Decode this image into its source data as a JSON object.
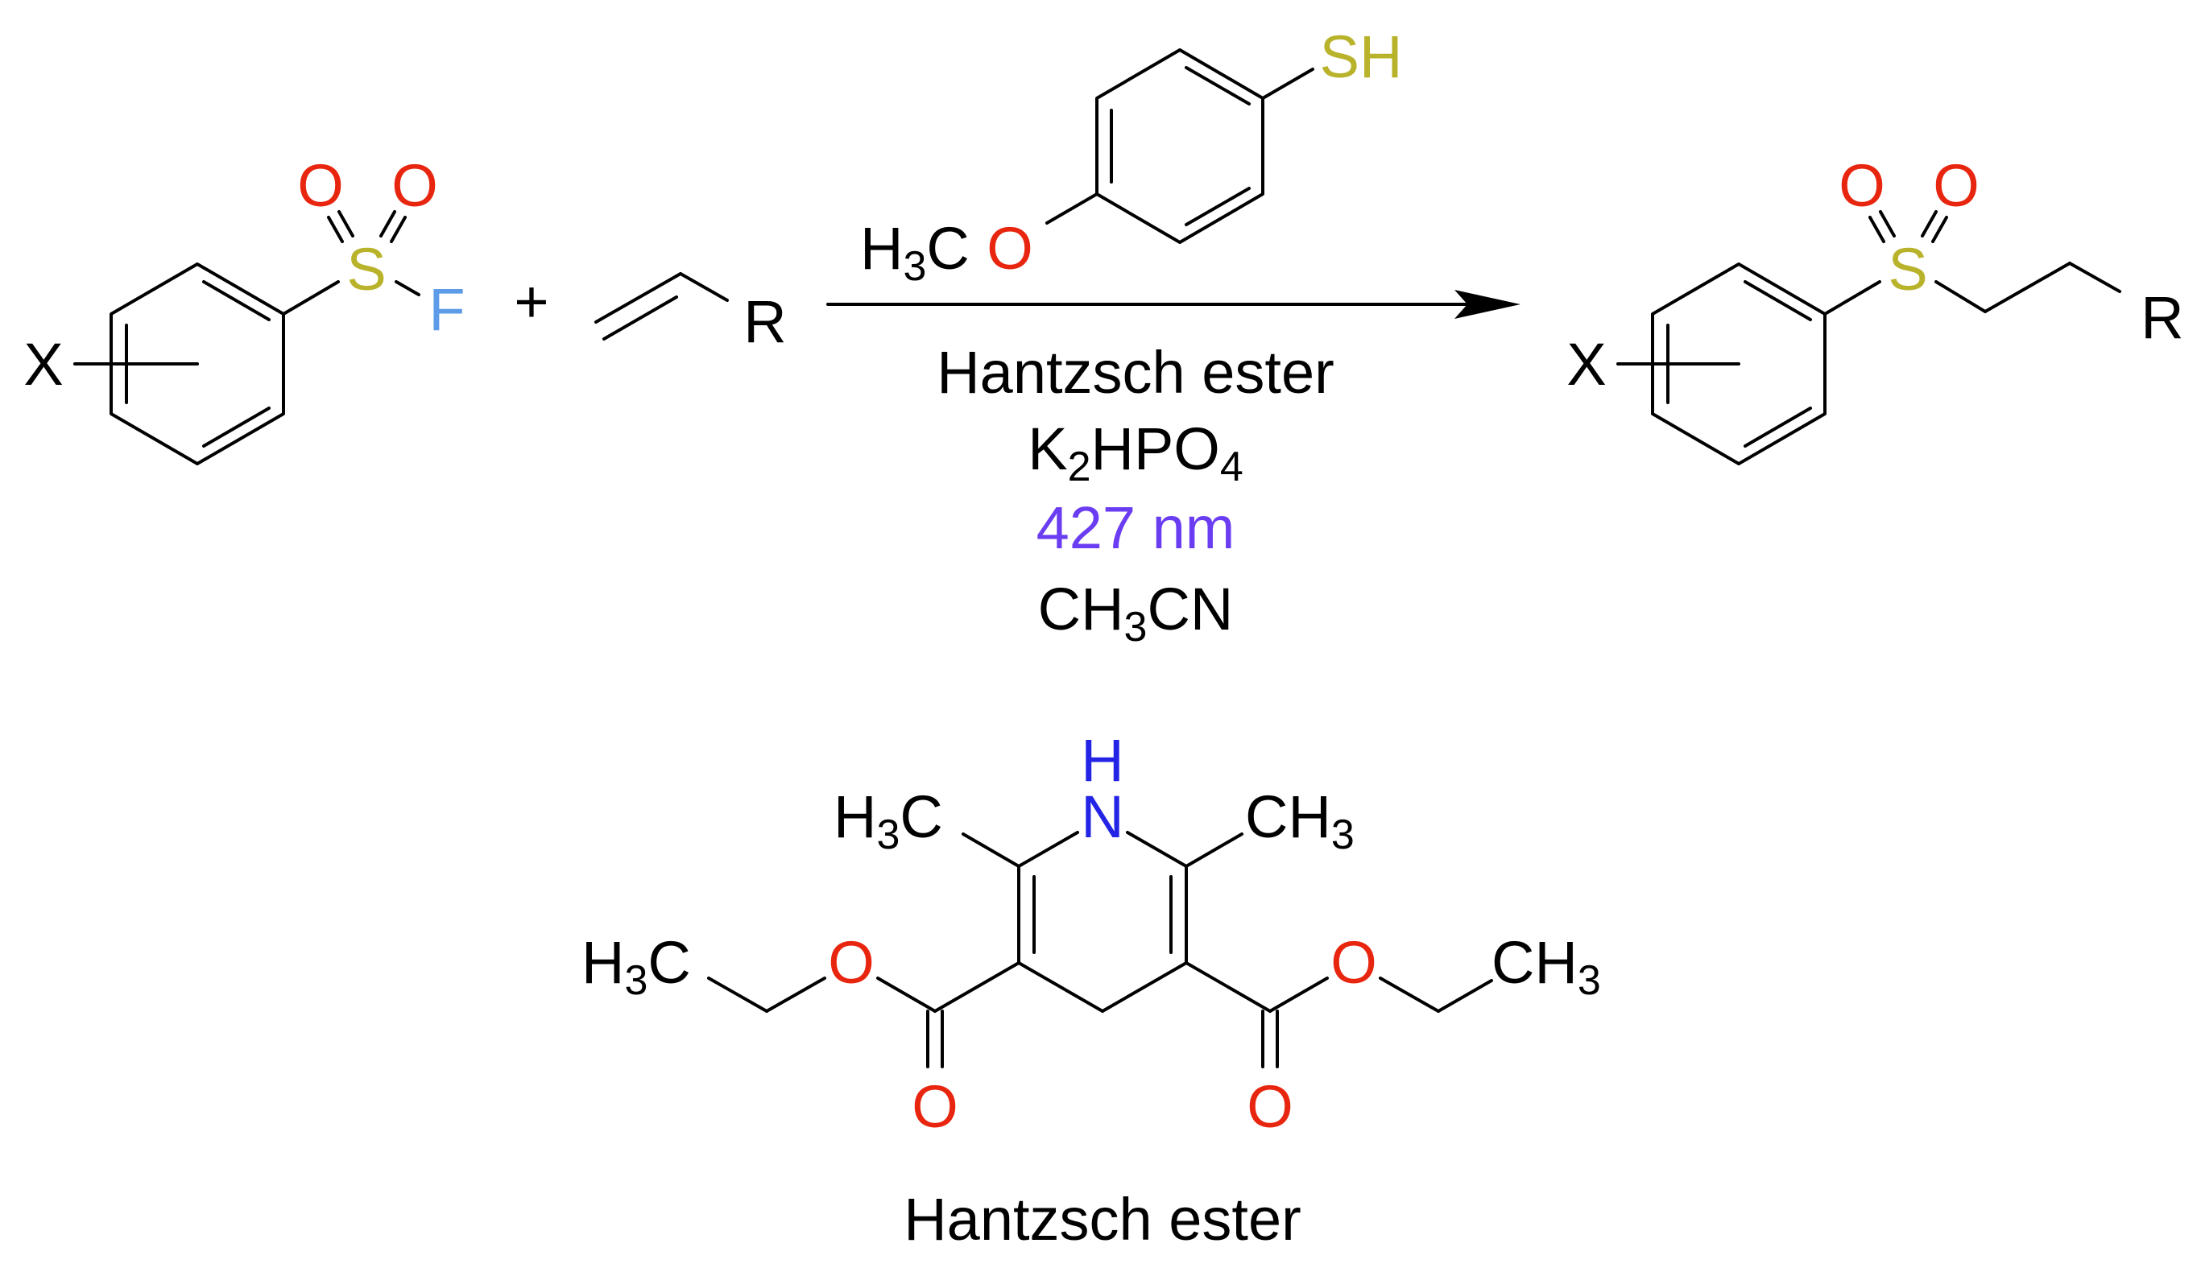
{
  "colors": {
    "bond": "#000000",
    "oxygen": "#e8260f",
    "sulfur": "#b9b32c",
    "fluorine": "#5b9be8",
    "nitrogen": "#2424e6",
    "wavelength": "#6a3df2",
    "carbon": "#000000"
  },
  "reactant_1": {
    "x": "X",
    "s": "S",
    "o1": "O",
    "o2": "O",
    "f": "F"
  },
  "plus": "+",
  "reactant_2": {
    "r": "R"
  },
  "reagent_above": {
    "sh": "SH",
    "h3c_h": "H",
    "h3c_3": "3",
    "h3c_c": "C",
    "o": "O"
  },
  "conditions": {
    "hantzsch": "Hantzsch ester",
    "k": "K",
    "k_sub": "2",
    "hpo": "HPO",
    "hpo_sub": "4",
    "wavelength": "427 nm",
    "ch": "CH",
    "ch_sub": "3",
    "cn": "CN"
  },
  "product": {
    "x": "X",
    "s": "S",
    "o1": "O",
    "o2": "O",
    "r": "R"
  },
  "hantzsch_structure": {
    "h": "H",
    "n": "N",
    "left_methyl": {
      "h": "H",
      "sub": "3",
      "c": "C"
    },
    "right_methyl": {
      "ch": "CH",
      "sub": "3"
    },
    "left_ethyl": {
      "h": "H",
      "sub": "3",
      "c": "C"
    },
    "right_ethyl": {
      "ch": "CH",
      "sub": "3"
    },
    "o_ester_left": "O",
    "o_ester_right": "O",
    "o_carbonyl_left": "O",
    "o_carbonyl_right": "O"
  },
  "caption": "Hantzsch ester"
}
